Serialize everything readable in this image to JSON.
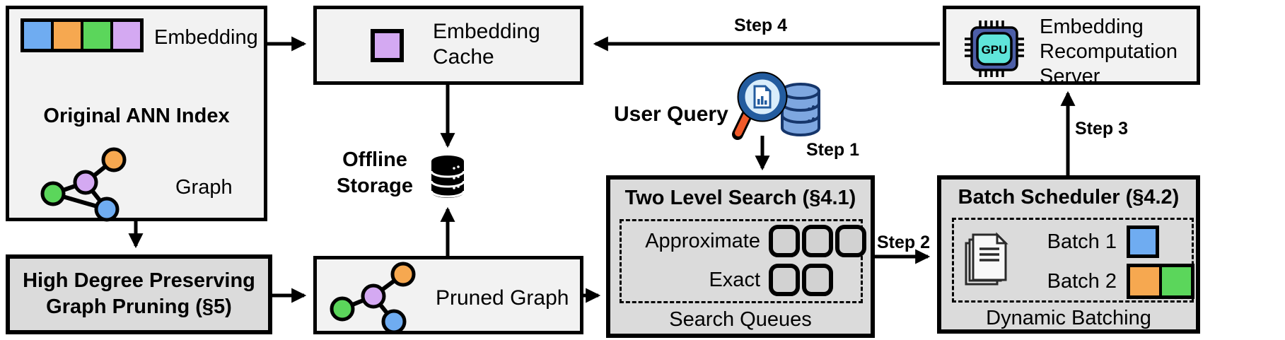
{
  "palette": {
    "blue": "#6FACF1",
    "orange": "#F6A850",
    "green": "#5BD65B",
    "purple": "#D4A9F2",
    "box_light": "#F2F2F2",
    "box_dark": "#DBDBDB",
    "queue_fill": "#D2D2D2",
    "chip_body": "#4D5FA8",
    "chip_screen": "#5FE5DA",
    "db_blue": "#7EA7E0",
    "db_outline": "#16366B",
    "magnifier_rim": "#235C9F",
    "lens_fill": "#D9EDFB",
    "handle_orange": "#F15A29",
    "doc_outline": "#2A2A2A"
  },
  "boxes": {
    "original_ann_index": {
      "title": "Original ANN Index",
      "embedding_label": "Embedding",
      "graph_label": "Graph"
    },
    "embedding_cache": {
      "label": "Embedding Cache"
    },
    "embedding_recomputation_server": {
      "label": "Embedding Recomputation Server",
      "gpu_text": "GPU"
    },
    "high_degree_pruning": {
      "line1": "High Degree Preserving",
      "line2": "Graph Pruning (§5)"
    },
    "pruned_graph": {
      "label": "Pruned Graph"
    },
    "two_level_search": {
      "title": "Two Level Search (§4.1)",
      "row1_label": "Approximate",
      "row2_label": "Exact",
      "footer": "Search Queues"
    },
    "batch_scheduler": {
      "title": "Batch Scheduler (§4.2)",
      "batch1_label": "Batch 1",
      "batch2_label": "Batch 2",
      "footer": "Dynamic Batching"
    }
  },
  "labels": {
    "user_query": "User Query",
    "offline_storage_line1": "Offline",
    "offline_storage_line2": "Storage",
    "step1": "Step 1",
    "step2": "Step 2",
    "step3": "Step 3",
    "step4": "Step 4"
  }
}
